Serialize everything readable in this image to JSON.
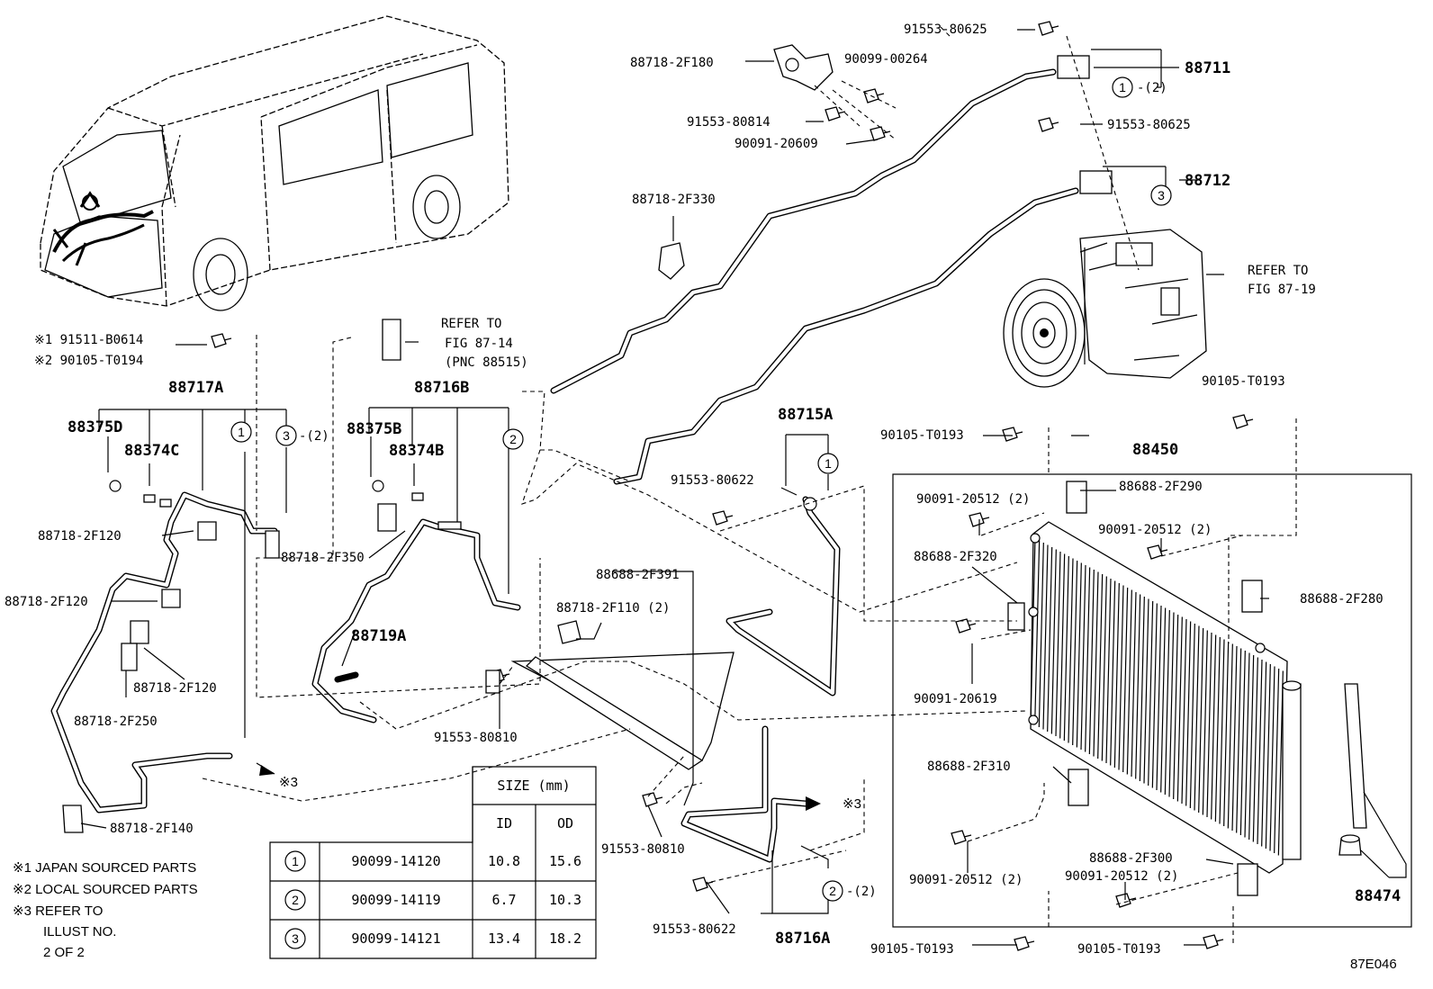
{
  "diagram_id": "87E046",
  "labels": {
    "p91553_80625_a": "91553-80625",
    "p88718_2F180": "88718-2F180",
    "p90099_00264": "90099-00264",
    "p88711": "88711",
    "p91553_80814": "91553-80814",
    "p90091_20609": "90091-20609",
    "p91553_80625_b": "91553-80625",
    "p88712": "88712",
    "p88718_2F330": "88718-2F330",
    "refer_87_19_a": "REFER TO",
    "refer_87_19_b": "FIG 87-19",
    "p91511_B0614": "※1 91511-B0614",
    "p90105_T0194": "※2 90105-T0194",
    "refer_87_14_a": "REFER TO",
    "refer_87_14_b": "FIG 87-14",
    "refer_87_14_c": "(PNC 88515)",
    "p88717A": "88717A",
    "p88716B": "88716B",
    "p88375D": "88375D",
    "p88374C": "88374C",
    "p88375B": "88375B",
    "p88374B": "88374B",
    "qty3_a": "-(2)",
    "p90105_T0193_a": "90105-T0193",
    "p88715A": "88715A",
    "p90105_T0193_b": "90105-T0193",
    "p88450": "88450",
    "p91553_80622_a": "91553-80622",
    "p88688_2F290": "88688-2F290",
    "p90091_20512_a": "90091-20512 (2)",
    "p90091_20512_b": "90091-20512 (2)",
    "p88718_2F120_a": "88718-2F120",
    "p88718_2F350": "88718-2F350",
    "p88688_2F320": "88688-2F320",
    "p88688_2F391": "88688-2F391",
    "p88688_2F280": "88688-2F280",
    "p88718_2F120_b": "88718-2F120",
    "p88718_2F110": "88718-2F110 (2)",
    "p88719A": "88719A",
    "p90091_20619": "90091-20619",
    "p88718_2F120_c": "88718-2F120",
    "p88718_2F250": "88718-2F250",
    "p91553_80810_a": "91553-80810",
    "p88688_2F310": "88688-2F310",
    "ref3_a": "※3",
    "ref3_b": "※3",
    "p88718_2F140": "88718-2F140",
    "p91553_80810_b": "91553-80810",
    "p88688_2F300": "88688-2F300",
    "p90091_20512_c": "90091-20512 (2)",
    "p90091_20512_d": "90091-20512 (2)",
    "p88474": "88474",
    "qty2_a": "-(2)",
    "qty1_a": "-(2)",
    "p91553_80622_b": "91553-80622",
    "p88716A": "88716A",
    "p90105_T0193_c": "90105-T0193",
    "p90105_T0193_d": "90105-T0193"
  },
  "notes": [
    "※1 JAPAN SOURCED PARTS",
    "※2 LOCAL SOURCED PARTS",
    "※3 REFER TO",
    "ILLUST NO.",
    "2 OF 2"
  ],
  "callouts": {
    "c1": "1",
    "c2": "2",
    "c3": "3"
  },
  "size_table": {
    "header": "SIZE (mm)",
    "col_id": "ID",
    "col_od": "OD",
    "rows": [
      {
        "mark": "1",
        "part": "90099-14120",
        "id": "10.8",
        "od": "15.6"
      },
      {
        "mark": "2",
        "part": "90099-14119",
        "id": "6.7",
        "od": "10.3"
      },
      {
        "mark": "3",
        "part": "90099-14121",
        "id": "13.4",
        "od": "18.2"
      }
    ]
  }
}
